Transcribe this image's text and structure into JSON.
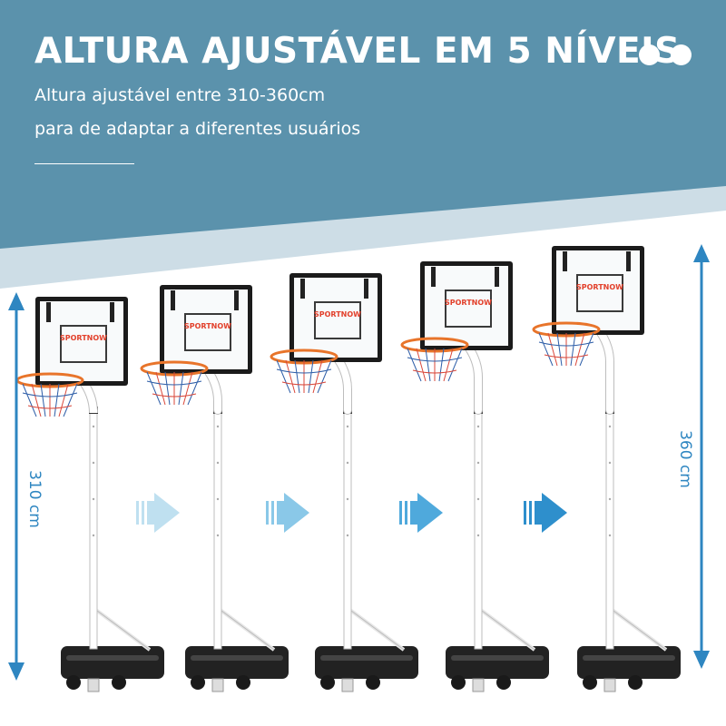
{
  "header": {
    "title": "ALTURA AJUSTÁVEL EM 5 NÍVEIS",
    "subtitle_line1": "Altura ajustável entre 310-360cm",
    "subtitle_line2": "para de adaptar a diferentes usuários"
  },
  "measurements": {
    "left_height": "310 cm",
    "right_height": "360 cm"
  },
  "hoops": [
    {
      "brand": "SPORTNOW",
      "level": 1
    },
    {
      "brand": "SPORTNOW",
      "level": 2
    },
    {
      "brand": "SPORTNOW",
      "level": 3
    },
    {
      "brand": "SPORTNOW",
      "level": 4
    },
    {
      "brand": "SPORTNOW",
      "level": 5
    }
  ],
  "colors": {
    "banner_dark": "#5b92ac",
    "banner_light": "#cddde6",
    "arrow_blue": "#2e86c1",
    "brand_red": "#e2402b",
    "rim_orange": "#e8742a"
  }
}
